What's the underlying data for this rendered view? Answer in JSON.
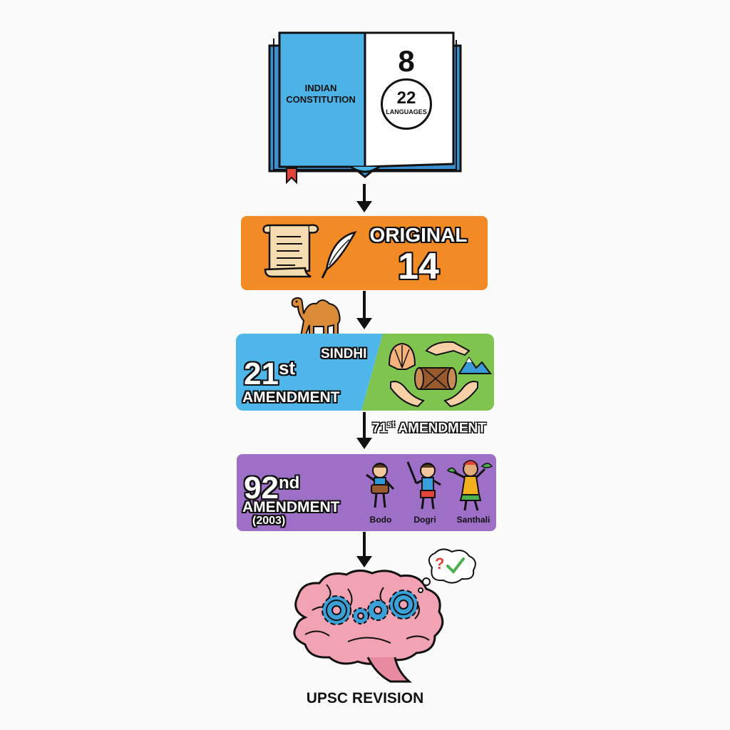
{
  "book": {
    "left_page_text": "INDIAN CONSTITUTION",
    "schedule_number": "8",
    "languages_count": "22",
    "languages_label": "LANGUAGES"
  },
  "original": {
    "label": "ORIGINAL",
    "count": "14"
  },
  "amendment_21": {
    "number": "21",
    "suffix": "st",
    "label": "AMENDMENT",
    "language": "SINDHI"
  },
  "amendment_71": {
    "number": "71",
    "suffix": "st",
    "label": "AMENDMENT"
  },
  "amendment_92": {
    "number": "92",
    "suffix": "nd",
    "label": "AMENDMENT",
    "year": "(2003)",
    "languages": [
      "Bodo",
      "Dogri",
      "Santhali"
    ]
  },
  "thought": {
    "question": "?"
  },
  "footer": {
    "label": "UPSC REVISION"
  },
  "colors": {
    "book_blue": "#4db3e6",
    "orange": "#f28a25",
    "blue": "#4eb6e8",
    "green": "#7fc44e",
    "purple": "#9d6fc6",
    "brain_pink": "#f2a3b3",
    "gear_blue": "#3b9fd8"
  }
}
